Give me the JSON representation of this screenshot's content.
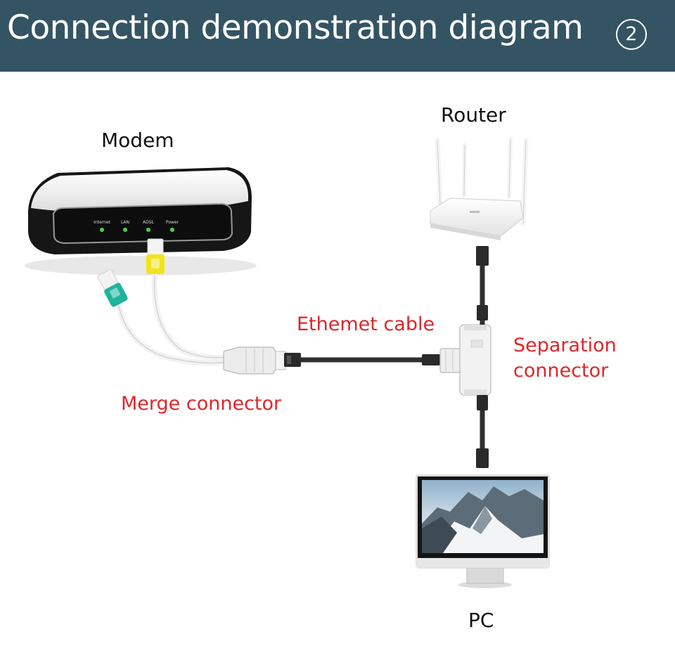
{
  "header": {
    "title": "Connection demonstration diagram",
    "step": "2"
  },
  "devices": {
    "modem": "Modem",
    "router": "Router",
    "pc": "PC"
  },
  "labels": {
    "ethernet_cable": "Ethemet cable",
    "separation_connector_line1": "Separation",
    "separation_connector_line2": "connector",
    "merge_connector": "Merge connector"
  },
  "modem_leds": [
    "Internet",
    "LAN",
    "ADSL",
    "Power"
  ],
  "colors": {
    "header_bg": "#345463",
    "label_red": "#e0262a",
    "plug_yellow": "#f2e31a",
    "plug_teal": "#1fb39a",
    "led_green": "#4ad24a"
  }
}
